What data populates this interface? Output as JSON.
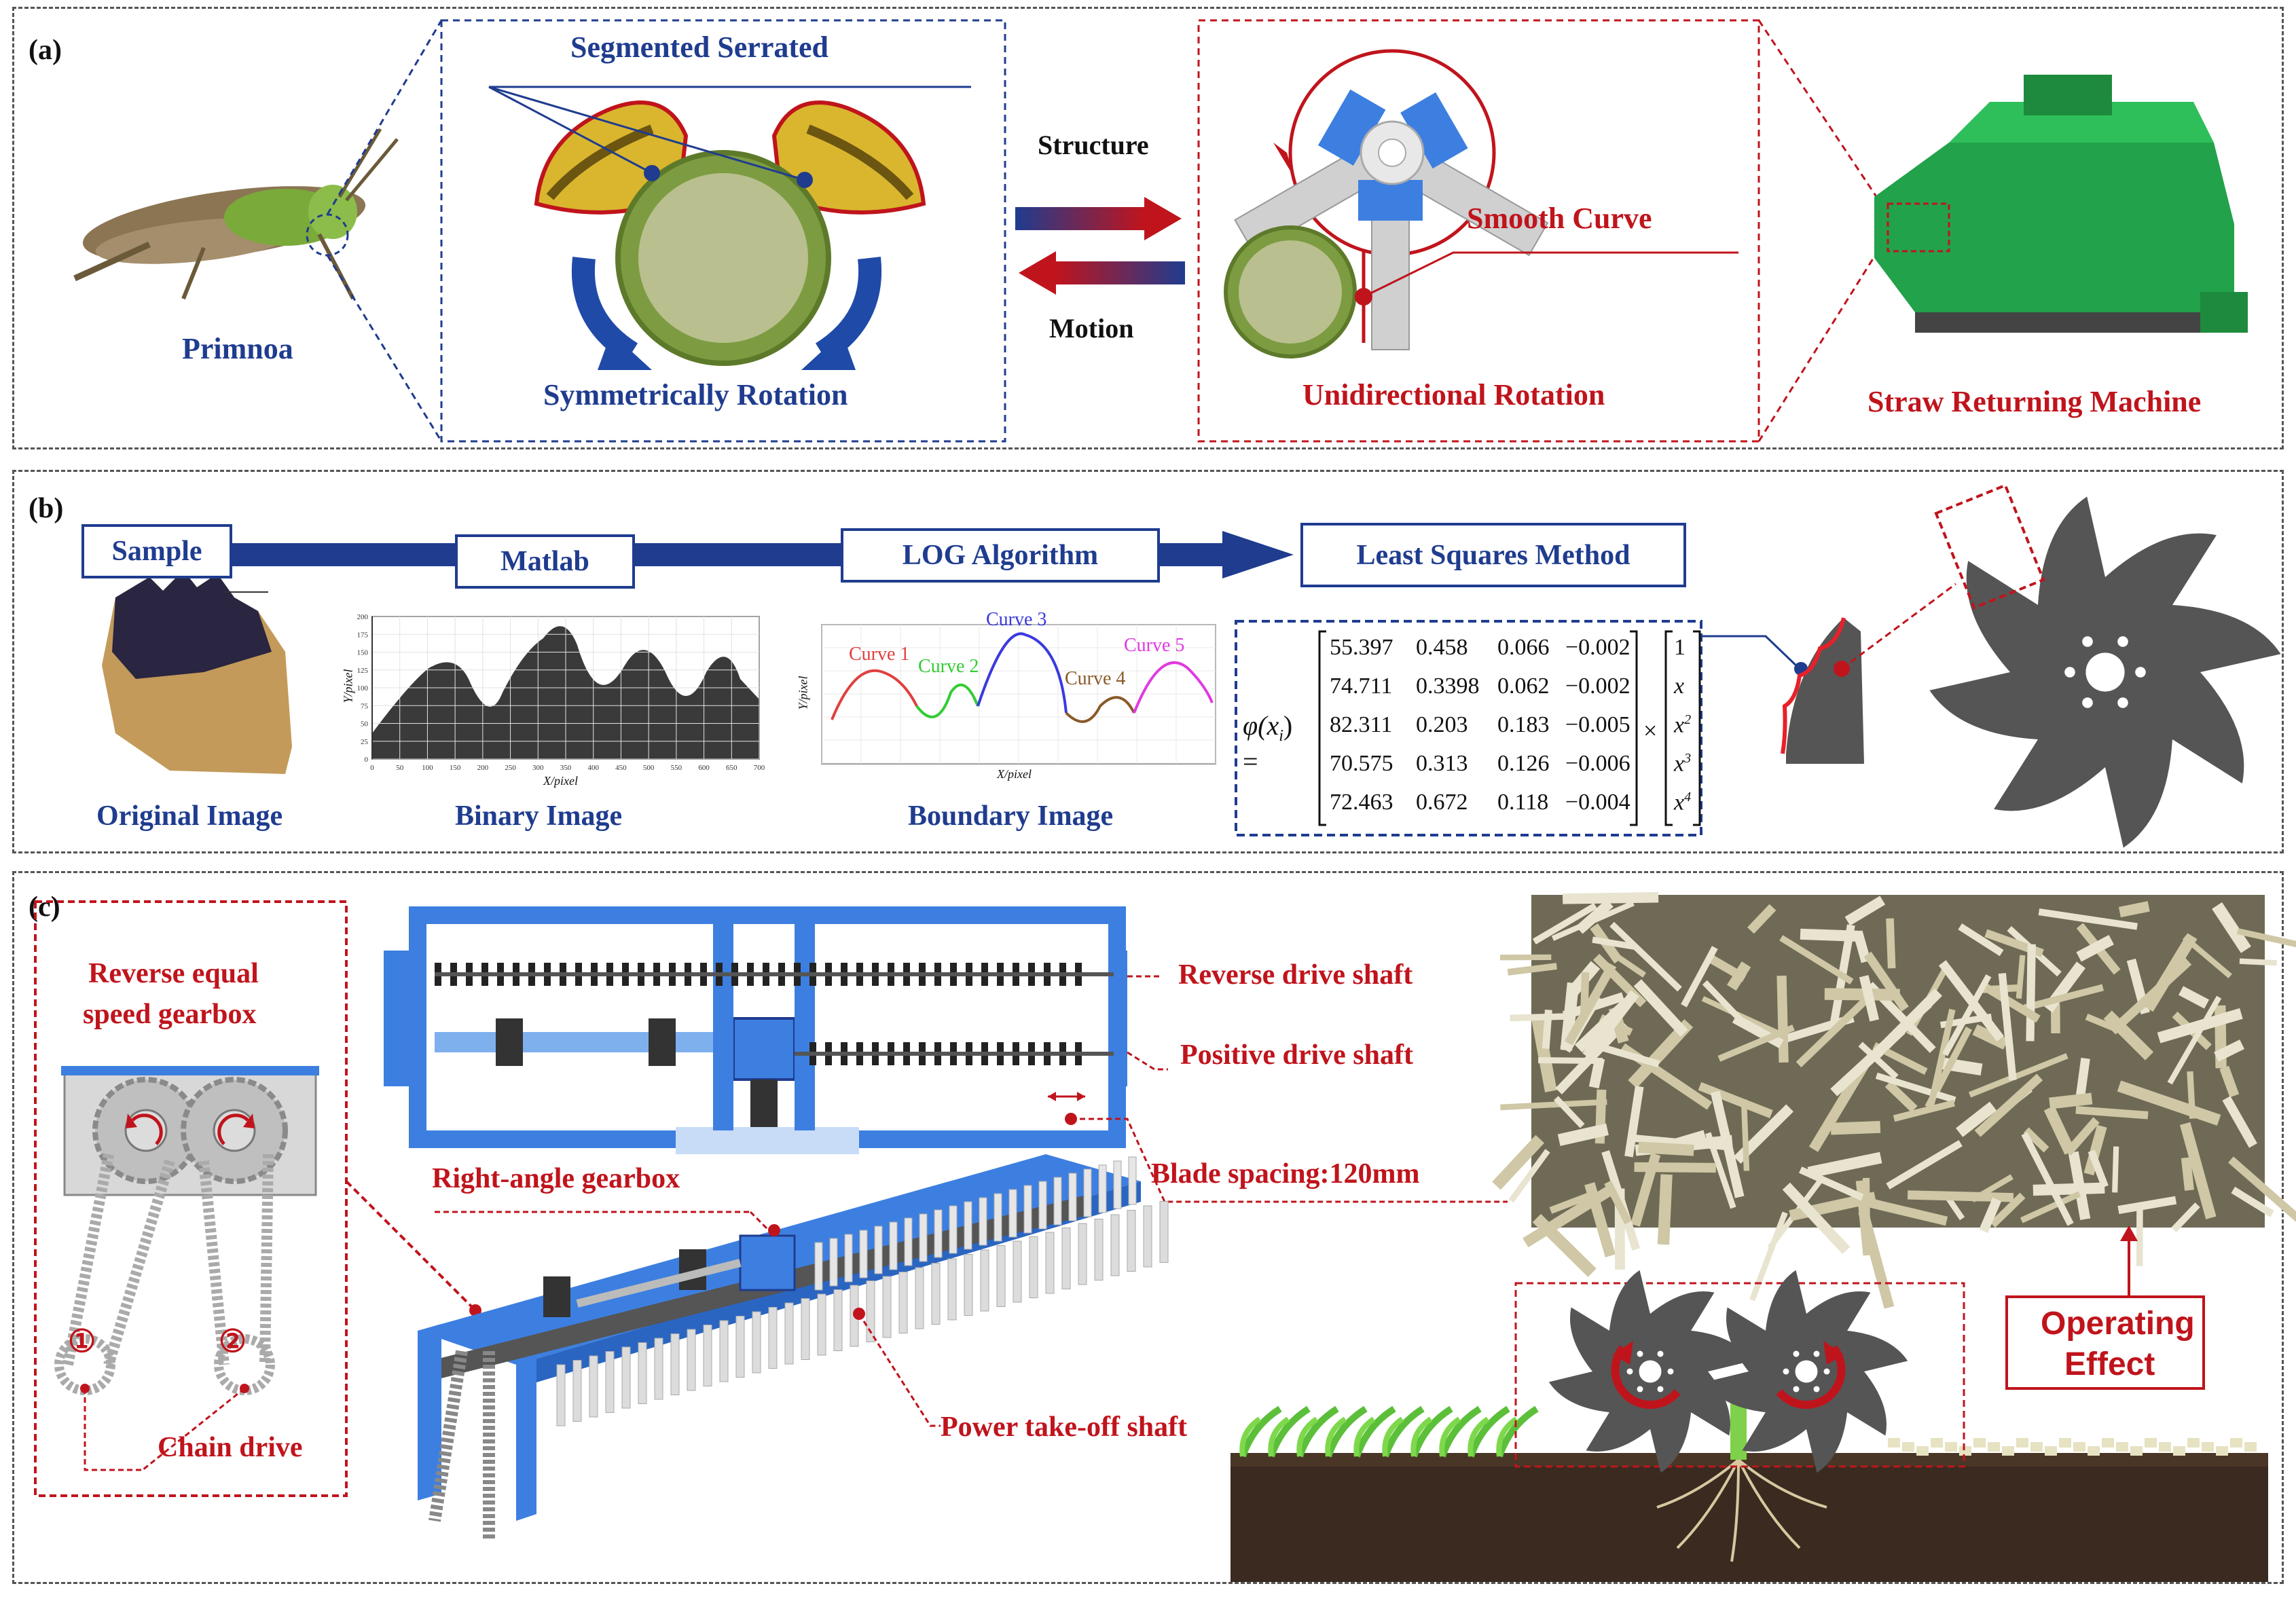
{
  "panel_a": {
    "tag": "(a)",
    "insect_name": "Primnoa",
    "zoom_title": "Segmented Serrated",
    "zoom_caption": "Symmetrically Rotation",
    "arrow_structure": "Structure",
    "arrow_motion": "Motion",
    "blade_curve_label": "Smooth Curve",
    "blade_caption": "Unidirectional Rotation",
    "machine_caption": "Straw Returning Machine"
  },
  "panel_b": {
    "tag": "(b)",
    "steps": [
      "Sample",
      "Matlab",
      "LOG Algorithm",
      "Least Squares Method"
    ],
    "image_captions": [
      "Original Image",
      "Binary Image",
      "Boundary Image"
    ],
    "binary_chart": {
      "ylabel": "Y/pixel",
      "xlabel": "X/pixel",
      "x_ticks": [
        "0",
        "50",
        "100",
        "150",
        "200",
        "250",
        "300",
        "350",
        "400",
        "450",
        "500",
        "550",
        "600",
        "650",
        "700"
      ],
      "y_ticks": [
        "0",
        "25",
        "50",
        "75",
        "100",
        "125",
        "150",
        "175",
        "200"
      ]
    },
    "boundary_chart": {
      "ylabel": "Y/pixel",
      "xlabel": "X/pixel",
      "curves": [
        {
          "name": "Curve 1",
          "color": "#e04040"
        },
        {
          "name": "Curve 2",
          "color": "#33cc33"
        },
        {
          "name": "Curve 3",
          "color": "#3a3adf"
        },
        {
          "name": "Curve 4",
          "color": "#8a5a2a"
        },
        {
          "name": "Curve 5",
          "color": "#e03ae0"
        }
      ]
    },
    "equation": {
      "lhs": "φ(x",
      "lhs_sub": "i",
      "lhs_end": ") =",
      "rows": [
        [
          "55.397",
          "0.458",
          "0.066",
          "−0.002"
        ],
        [
          "74.711",
          "0.3398",
          "0.062",
          "−0.002"
        ],
        [
          "82.311",
          "0.203",
          "0.183",
          "−0.005"
        ],
        [
          "70.575",
          "0.313",
          "0.126",
          "−0.006"
        ],
        [
          "72.463",
          "0.672",
          "0.118",
          "−0.004"
        ]
      ],
      "times": "×",
      "vector": [
        "1",
        "x",
        "x",
        "x",
        "x"
      ],
      "vector_powers": [
        "",
        "",
        "2",
        "3",
        "4"
      ]
    }
  },
  "panel_c": {
    "tag": "(c)",
    "gearbox_title_1": "Reverse equal",
    "gearbox_title_2": "speed gearbox",
    "sprocket_1": "①",
    "sprocket_2": "②",
    "chain_drive": "Chain drive",
    "reverse_shaft": "Reverse drive shaft",
    "positive_shaft": "Positive drive shaft",
    "right_angle_gearbox": "Right-angle gearbox",
    "blade_spacing": "Blade spacing:120mm",
    "pto_shaft": "Power take-off shaft",
    "operating_effect_1": "Operating",
    "operating_effect_2": "Effect"
  },
  "colors": {
    "blue": "#1f3c8f",
    "red": "#c0141c",
    "machine_blue": "#3d7fe0",
    "machine_green": "#22a24a",
    "blade_gray": "#555555"
  }
}
